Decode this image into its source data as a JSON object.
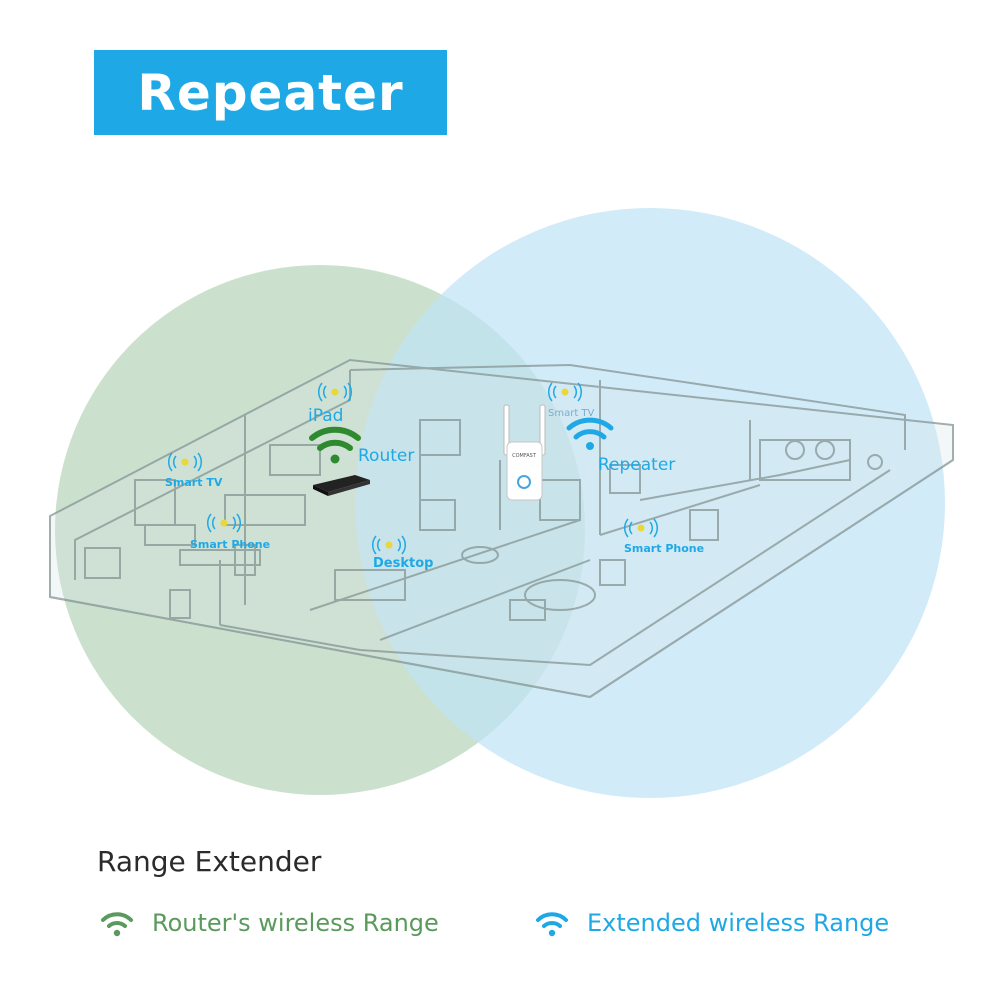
{
  "header": {
    "title": "Repeater"
  },
  "diagram": {
    "router_label": "Router",
    "repeater_label": "Repeater",
    "devices_left": {
      "ipad": "iPad",
      "smart_tv": "Smart TV",
      "smart_phone": "Smart Phone",
      "desktop": "Desktop"
    },
    "devices_right": {
      "smart_tv": "Smart TV",
      "smart_phone": "Smart Phone"
    },
    "repeater_brand": "COMFAST"
  },
  "caption": "Range Extender",
  "legend": {
    "router_range": "Router's wireless Range",
    "extended_range": "Extended wireless Range"
  },
  "colors": {
    "header_bg": "#1ea9e6",
    "router_range": "#5a9a5c",
    "extended_range": "#1ea9e6",
    "green_circle": "#b9d7bd",
    "blue_circle": "#bfe3f7"
  }
}
